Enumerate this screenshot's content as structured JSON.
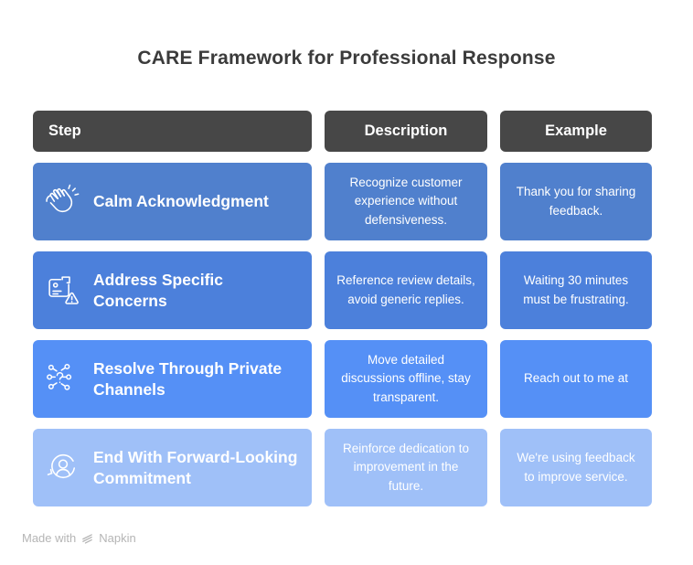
{
  "page": {
    "title": "CARE Framework for Professional Response",
    "background": "#ffffff"
  },
  "colors": {
    "header_bg": "#474747",
    "row1_bg": "#5080cd",
    "row2_bg": "#4c80db",
    "row3_bg": "#5590f6",
    "row4_bg": "#9fc0f8",
    "text_on_blue": "#ffffff",
    "title_text": "#3b3b3b",
    "footer_text": "#b5b5b5"
  },
  "table": {
    "headers": [
      {
        "label": "Step"
      },
      {
        "label": "Description"
      },
      {
        "label": "Example"
      }
    ],
    "rows": [
      {
        "icon": "clapping-hands-icon",
        "step": "Calm Acknowledgment",
        "description": "Recognize customer experience without defensiveness.",
        "example": "Thank you for sharing feedback.",
        "color": "#5080cd"
      },
      {
        "icon": "review-warning-icon",
        "step": "Address Specific Concerns",
        "description": "Reference review details, avoid generic replies.",
        "example": "Waiting 30 minutes must be frustrating.",
        "color": "#4c80db"
      },
      {
        "icon": "network-question-icon",
        "step": "Resolve Through Private Channels",
        "description": "Move detailed discussions offline, stay transparent.",
        "example": "Reach out to me at",
        "color": "#5590f6"
      },
      {
        "icon": "person-cycle-icon",
        "step": "End With Forward-Looking Commitment",
        "description": "Reinforce dedication to improvement in the future.",
        "example": "We're using feedback to improve service.",
        "color": "#9fc0f8"
      }
    ]
  },
  "footer": {
    "made_with": "Made with",
    "brand": "Napkin"
  }
}
